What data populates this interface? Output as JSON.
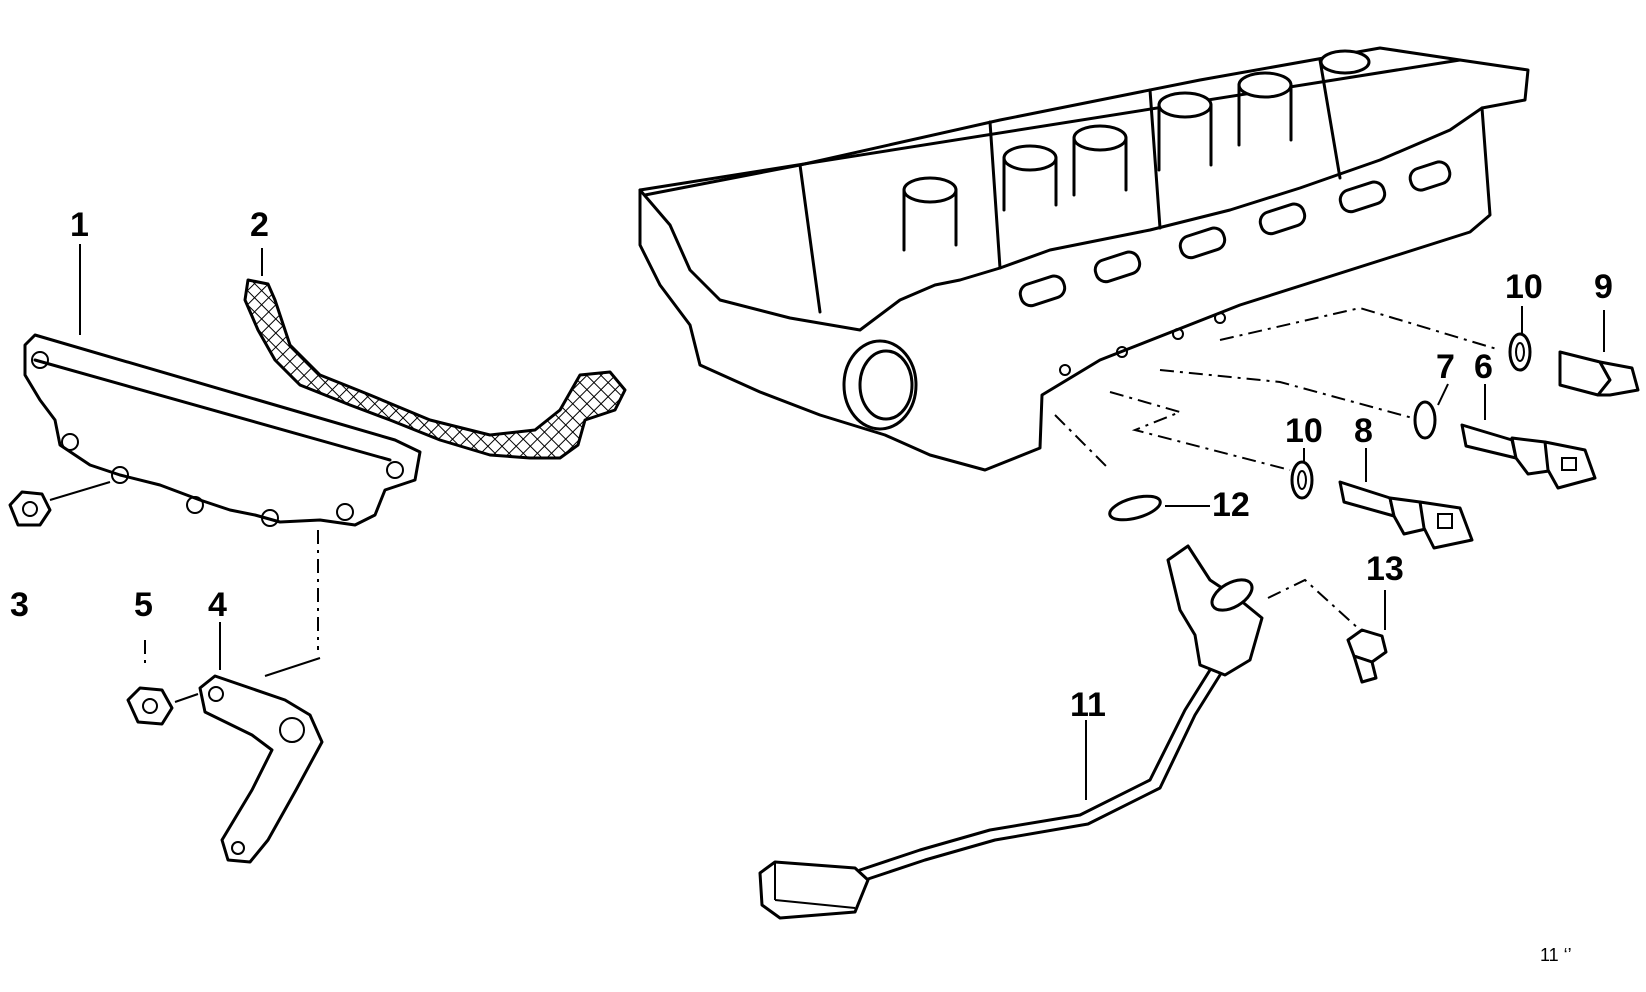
{
  "diagram": {
    "callouts": [
      "1",
      "2",
      "3",
      "5",
      "4",
      "10",
      "9",
      "7",
      "6",
      "10",
      "8",
      "12",
      "13",
      "11"
    ],
    "corner_mark": "11 ‘’",
    "colors": {
      "ink": "#000000",
      "paper": "#ffffff"
    },
    "parts": [
      "cylinder-head",
      "cover-plate",
      "gasket",
      "nut",
      "bracket",
      "seal-ring",
      "oil-pressure-switch",
      "temperature-sensor",
      "o-ring",
      "crankshaft-sensor",
      "screw"
    ]
  }
}
